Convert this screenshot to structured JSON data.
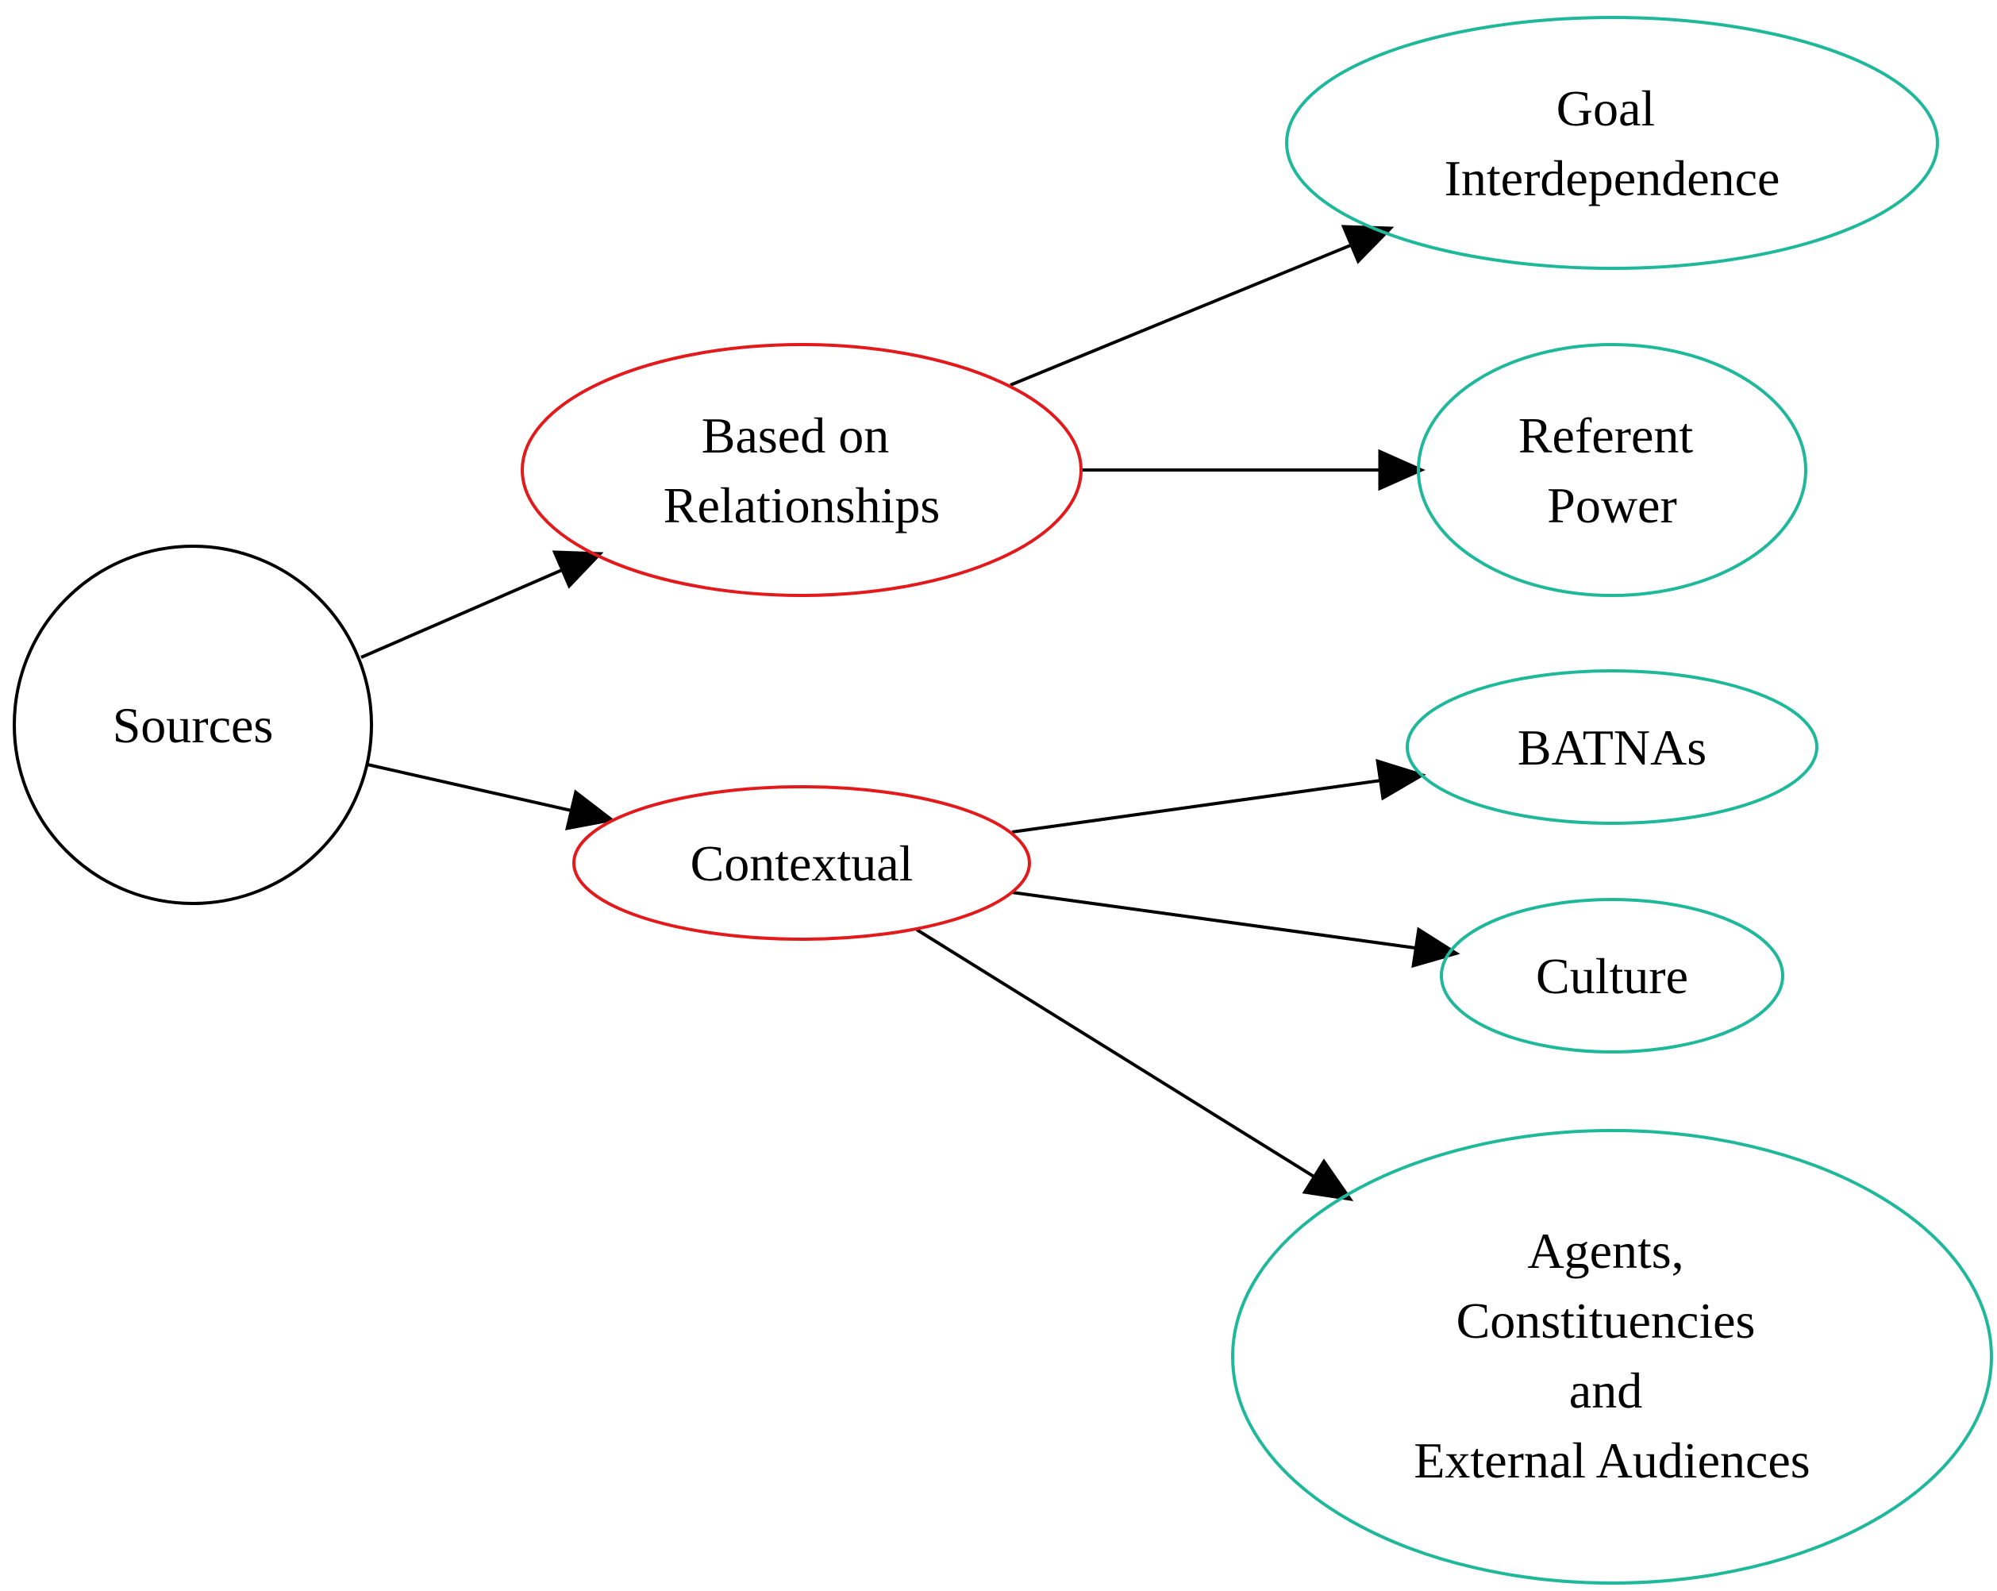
{
  "colors": {
    "root": "#000000",
    "category": "#e31a1c",
    "leaf": "#1fb89a",
    "edge": "#000000"
  },
  "nodes": {
    "sources": {
      "lines": [
        "Sources"
      ],
      "role": "root"
    },
    "based_on_relationships": {
      "lines": [
        "Based on",
        "Relationships"
      ],
      "role": "category"
    },
    "contextual": {
      "lines": [
        "Contextual"
      ],
      "role": "category"
    },
    "goal_interdependence": {
      "lines": [
        "Goal",
        "Interdependence"
      ],
      "role": "leaf"
    },
    "referent_power": {
      "lines": [
        "Referent",
        "Power"
      ],
      "role": "leaf"
    },
    "batnas": {
      "lines": [
        "BATNAs"
      ],
      "role": "leaf"
    },
    "culture": {
      "lines": [
        "Culture"
      ],
      "role": "leaf"
    },
    "agents": {
      "lines": [
        "Agents,",
        "Constituencies",
        "and",
        "External Audiences"
      ],
      "role": "leaf"
    }
  },
  "edges": [
    {
      "from": "sources",
      "to": "based_on_relationships"
    },
    {
      "from": "sources",
      "to": "contextual"
    },
    {
      "from": "based_on_relationships",
      "to": "goal_interdependence"
    },
    {
      "from": "based_on_relationships",
      "to": "referent_power"
    },
    {
      "from": "contextual",
      "to": "batnas"
    },
    {
      "from": "contextual",
      "to": "culture"
    },
    {
      "from": "contextual",
      "to": "agents"
    }
  ]
}
